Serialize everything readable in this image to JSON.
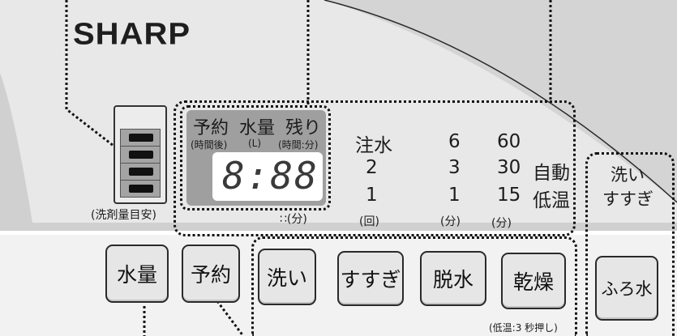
{
  "brand": "SHARP",
  "detergent_gauge": {
    "label": "(洗剤量目安)"
  },
  "display": {
    "labels": [
      "予約",
      "水量",
      "残り"
    ],
    "sublabels": [
      "(時間後)",
      "(L)",
      "(時間:分)"
    ],
    "digits": "8:88",
    "colon_unit": "∷(分)"
  },
  "indicators": {
    "chusui": {
      "title": "注水",
      "values": [
        "2",
        "1"
      ],
      "unit": "(回)"
    },
    "dassui": {
      "values": [
        "6",
        "3",
        "1"
      ],
      "unit": "(分)"
    },
    "kanso": {
      "values": [
        "60",
        "30",
        "15"
      ],
      "unit": "(分)"
    },
    "modes": [
      "自動",
      "低温"
    ]
  },
  "furo": {
    "line1": "洗い",
    "line2": "すすぎ",
    "button": "ふろ水"
  },
  "buttons": {
    "water": "水量",
    "reserve": "予約",
    "wash": "洗い",
    "rinse": "すすぎ",
    "spin": "脱水",
    "dry": "乾燥"
  },
  "dry_note": "(低温:3 秒押し)",
  "colors": {
    "panel_gray": "#cfcfcf",
    "panel_light": "#ededed",
    "display_gray": "#9f9f9f",
    "button_gray": "#e6e6e6"
  }
}
